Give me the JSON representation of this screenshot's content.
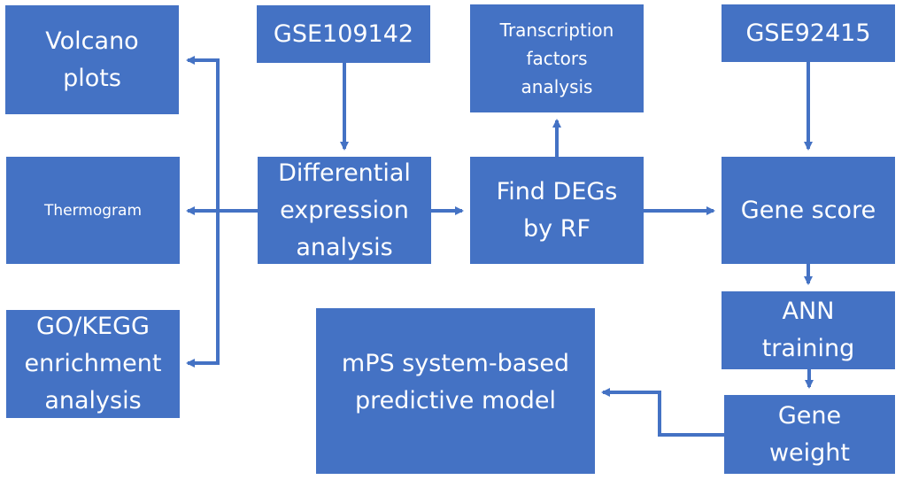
{
  "diagram": {
    "type": "flowchart",
    "colors": {
      "box_fill": "#4472c4",
      "box_text": "#ffffff",
      "arrow": "#4472c4",
      "background": "#ffffff"
    },
    "nodes": {
      "volcano": "Volcano\nplots",
      "thermogram": "Thermogram",
      "gokegg": "GO/KEGG\nenrichment\nanalysis",
      "gse109142": "GSE109142",
      "diffexpr": "Differential\nexpression\nanalysis",
      "tf": "Transcription\nfactors\nanalysis",
      "finddegs": "Find DEGs\nby RF",
      "gse92415": "GSE92415",
      "genescore": "Gene score",
      "ann": "ANN\ntraining",
      "geneweight": "Gene\nweight",
      "mps": "mPS system-based\npredictive model"
    },
    "edges": [
      {
        "from": "gse109142",
        "to": "diffexpr"
      },
      {
        "from": "diffexpr",
        "to": "volcano"
      },
      {
        "from": "diffexpr",
        "to": "thermogram"
      },
      {
        "from": "diffexpr",
        "to": "gokegg"
      },
      {
        "from": "diffexpr",
        "to": "finddegs"
      },
      {
        "from": "finddegs",
        "to": "tf"
      },
      {
        "from": "finddegs",
        "to": "genescore"
      },
      {
        "from": "gse92415",
        "to": "genescore"
      },
      {
        "from": "genescore",
        "to": "ann"
      },
      {
        "from": "ann",
        "to": "geneweight"
      },
      {
        "from": "geneweight",
        "to": "mps"
      }
    ]
  }
}
